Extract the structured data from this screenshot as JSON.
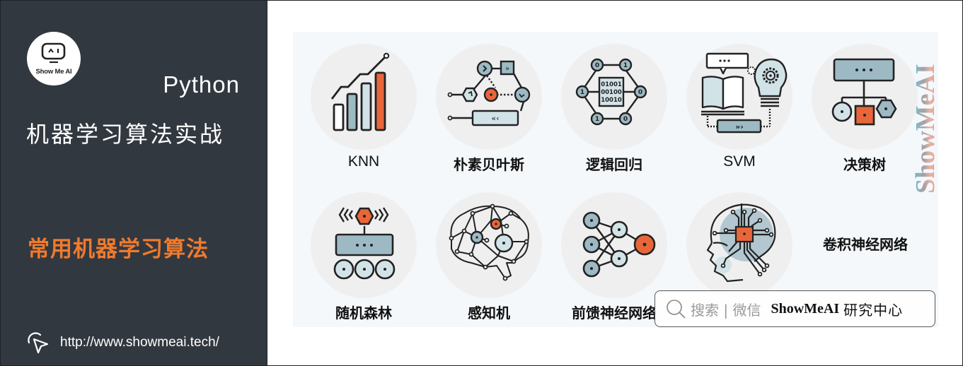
{
  "left_panel": {
    "logo": {
      "text": "Show Me AI",
      "icon": "robot-monitor-icon"
    },
    "python_title": "Python",
    "course_title": "机器学习算法实战",
    "section_title": "常用机器学习算法",
    "url": {
      "icon": "cursor-click-icon",
      "text": "http://www.showmeai.tech/"
    }
  },
  "algorithms": [
    {
      "label": "KNN",
      "icon": "bar-chart-trend-icon"
    },
    {
      "label": "朴素贝叶斯",
      "icon": "node-flow-icon"
    },
    {
      "label": "逻辑回归",
      "icon": "binary-hexagon-icon",
      "binary_lines": [
        "01001",
        "00100",
        "10010"
      ],
      "node_values": [
        "0",
        "1",
        "1",
        "0",
        "1",
        "0"
      ]
    },
    {
      "label": "SVM",
      "icon": "book-lightbulb-icon"
    },
    {
      "label": "决策树",
      "icon": "tree-hierarchy-icon"
    },
    {
      "label": "随机森林",
      "icon": "robot-cart-icon"
    },
    {
      "label": "感知机",
      "icon": "brain-network-icon"
    },
    {
      "label": "前馈神经网络",
      "icon": "feedforward-network-icon"
    },
    {
      "label": "",
      "icon": "ai-head-chip-icon"
    },
    {
      "label": "卷积神经网络",
      "icon": ""
    }
  ],
  "brand_vertical": "ShowMeAI",
  "search_bar": {
    "icon": "search-icon",
    "hint": "搜索 | 微信",
    "brand": "ShowMeAI",
    "brand_suffix": "研究中心"
  },
  "colors": {
    "dark_bg": "#323840",
    "accent_orange": "#f07a2c",
    "icon_blue": "#9dbac4",
    "icon_light": "#d2e3e8",
    "icon_orange": "#e8663a",
    "circle_bg": "#efefef",
    "content_bg": "#f4f8fb"
  }
}
